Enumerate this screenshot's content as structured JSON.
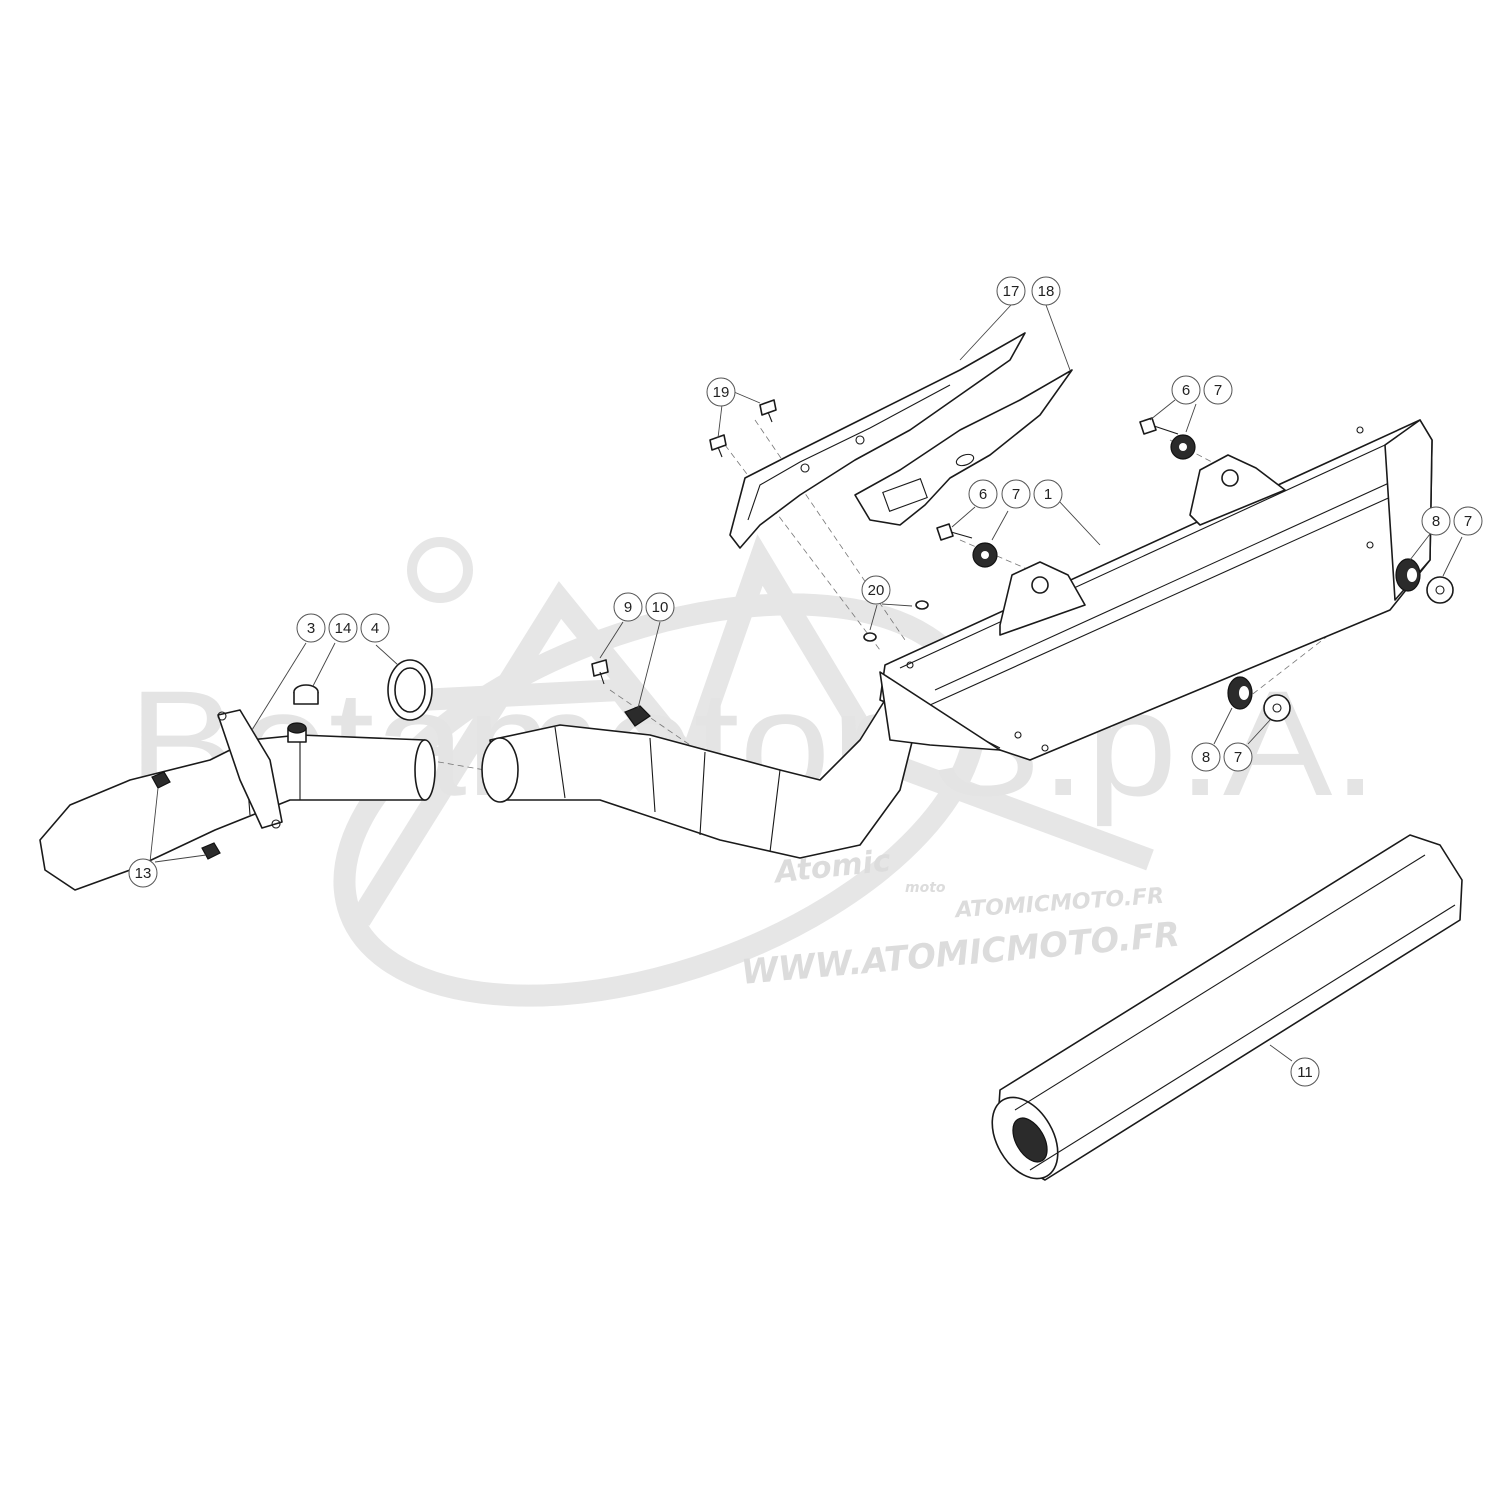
{
  "watermark": {
    "brand": "Betamotor S.p.A.",
    "logo_name": "Atomic",
    "logo_sub": "moto",
    "site_top": "ATOMICMOTO.FR",
    "site_bottom": "WWW.ATOMICMOTO.FR"
  },
  "callouts": [
    {
      "id": "c17",
      "label": "17"
    },
    {
      "id": "c18",
      "label": "18"
    },
    {
      "id": "c19",
      "label": "19"
    },
    {
      "id": "c6a",
      "label": "6"
    },
    {
      "id": "c7a",
      "label": "7"
    },
    {
      "id": "c6b",
      "label": "6"
    },
    {
      "id": "c7b",
      "label": "7"
    },
    {
      "id": "c1",
      "label": "1"
    },
    {
      "id": "c8a",
      "label": "8"
    },
    {
      "id": "c7c",
      "label": "7"
    },
    {
      "id": "c20",
      "label": "20"
    },
    {
      "id": "c9",
      "label": "9"
    },
    {
      "id": "c10",
      "label": "10"
    },
    {
      "id": "c3",
      "label": "3"
    },
    {
      "id": "c14",
      "label": "14"
    },
    {
      "id": "c4",
      "label": "4"
    },
    {
      "id": "c8b",
      "label": "8"
    },
    {
      "id": "c7d",
      "label": "7"
    },
    {
      "id": "c13",
      "label": "13"
    },
    {
      "id": "c11",
      "label": "11"
    }
  ],
  "colors": {
    "line": "#1a1a1a",
    "watermark": "#e4e4e4"
  }
}
